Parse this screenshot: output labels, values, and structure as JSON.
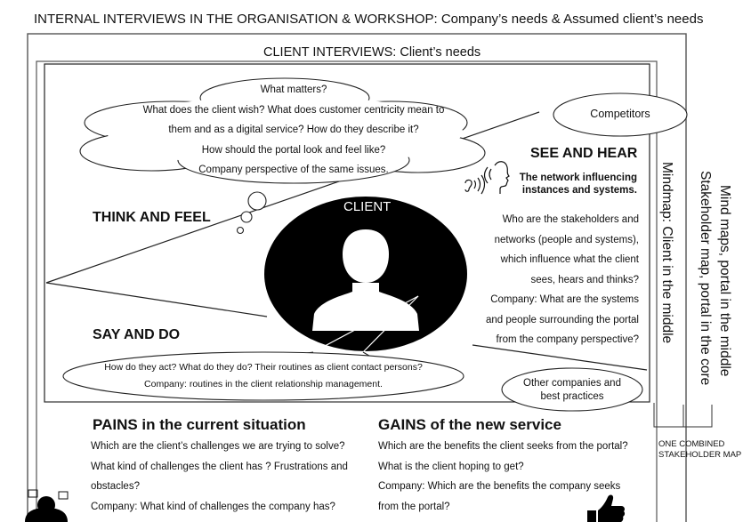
{
  "titles": {
    "top": "INTERNAL INTERVIEWS IN THE ORGANISATION & WORKSHOP: Company’s needs  & Assumed client’s needs",
    "sub": "CLIENT INTERVIEWS:  Client’s needs"
  },
  "think_cloud": [
    "What matters?",
    "What does the client wish? What does customer centricity mean to",
    "them and as a digital service? How do they describe it?",
    "How should the portal look and feel like?",
    "Company perspective  of the same issues."
  ],
  "quadrants": {
    "think_feel": "THINK AND FEEL",
    "see_hear": "SEE AND HEAR",
    "say_do": "SAY AND DO",
    "client": "CLIENT"
  },
  "see_hear": {
    "subtitle_lines": [
      "The network influencing",
      "instances and systems."
    ],
    "lines": [
      "Who are the stakeholders and",
      "networks (people and systems),",
      "which influence what the client",
      "sees, hears and thinks?",
      "Company: What are the systems",
      "and people surrounding the portal",
      "from the company perspective?"
    ]
  },
  "say_do_lines": [
    "How do they act? What do they do? Their routines as client contact persons?",
    "Company:  routines in the client relationship management."
  ],
  "competitors": "Competitors",
  "other_companies": [
    "Other companies and",
    "best practices"
  ],
  "side": {
    "mindmap": "Mindmap: Client in the middle",
    "stakeholder_line1": "Mind maps, portal in the middle",
    "stakeholder_line2": "Stakeholder map, portal in the core",
    "combined_line1": "ONE COMBINED",
    "combined_line2": "STAKEHOLDER MAP"
  },
  "pains": {
    "title": "PAINS in the current situation",
    "lines": [
      "Which are the client’s challenges we are trying to solve?",
      "What kind of challenges the client has ? Frustrations and",
      "obstacles?",
      "Company: What kind of challenges the company has?"
    ]
  },
  "gains": {
    "title": "GAINS of the new service",
    "lines": [
      "Which are the benefits the client seeks from the portal?",
      "What is the client hoping to get?",
      "Company: Which are the benefits the company seeks",
      "from the portal?"
    ]
  },
  "icons": [
    "person-icon",
    "ear-icon",
    "speaking-head-icon",
    "thumbs-up-icon",
    "talking-people-icon",
    "cloud-icon"
  ]
}
